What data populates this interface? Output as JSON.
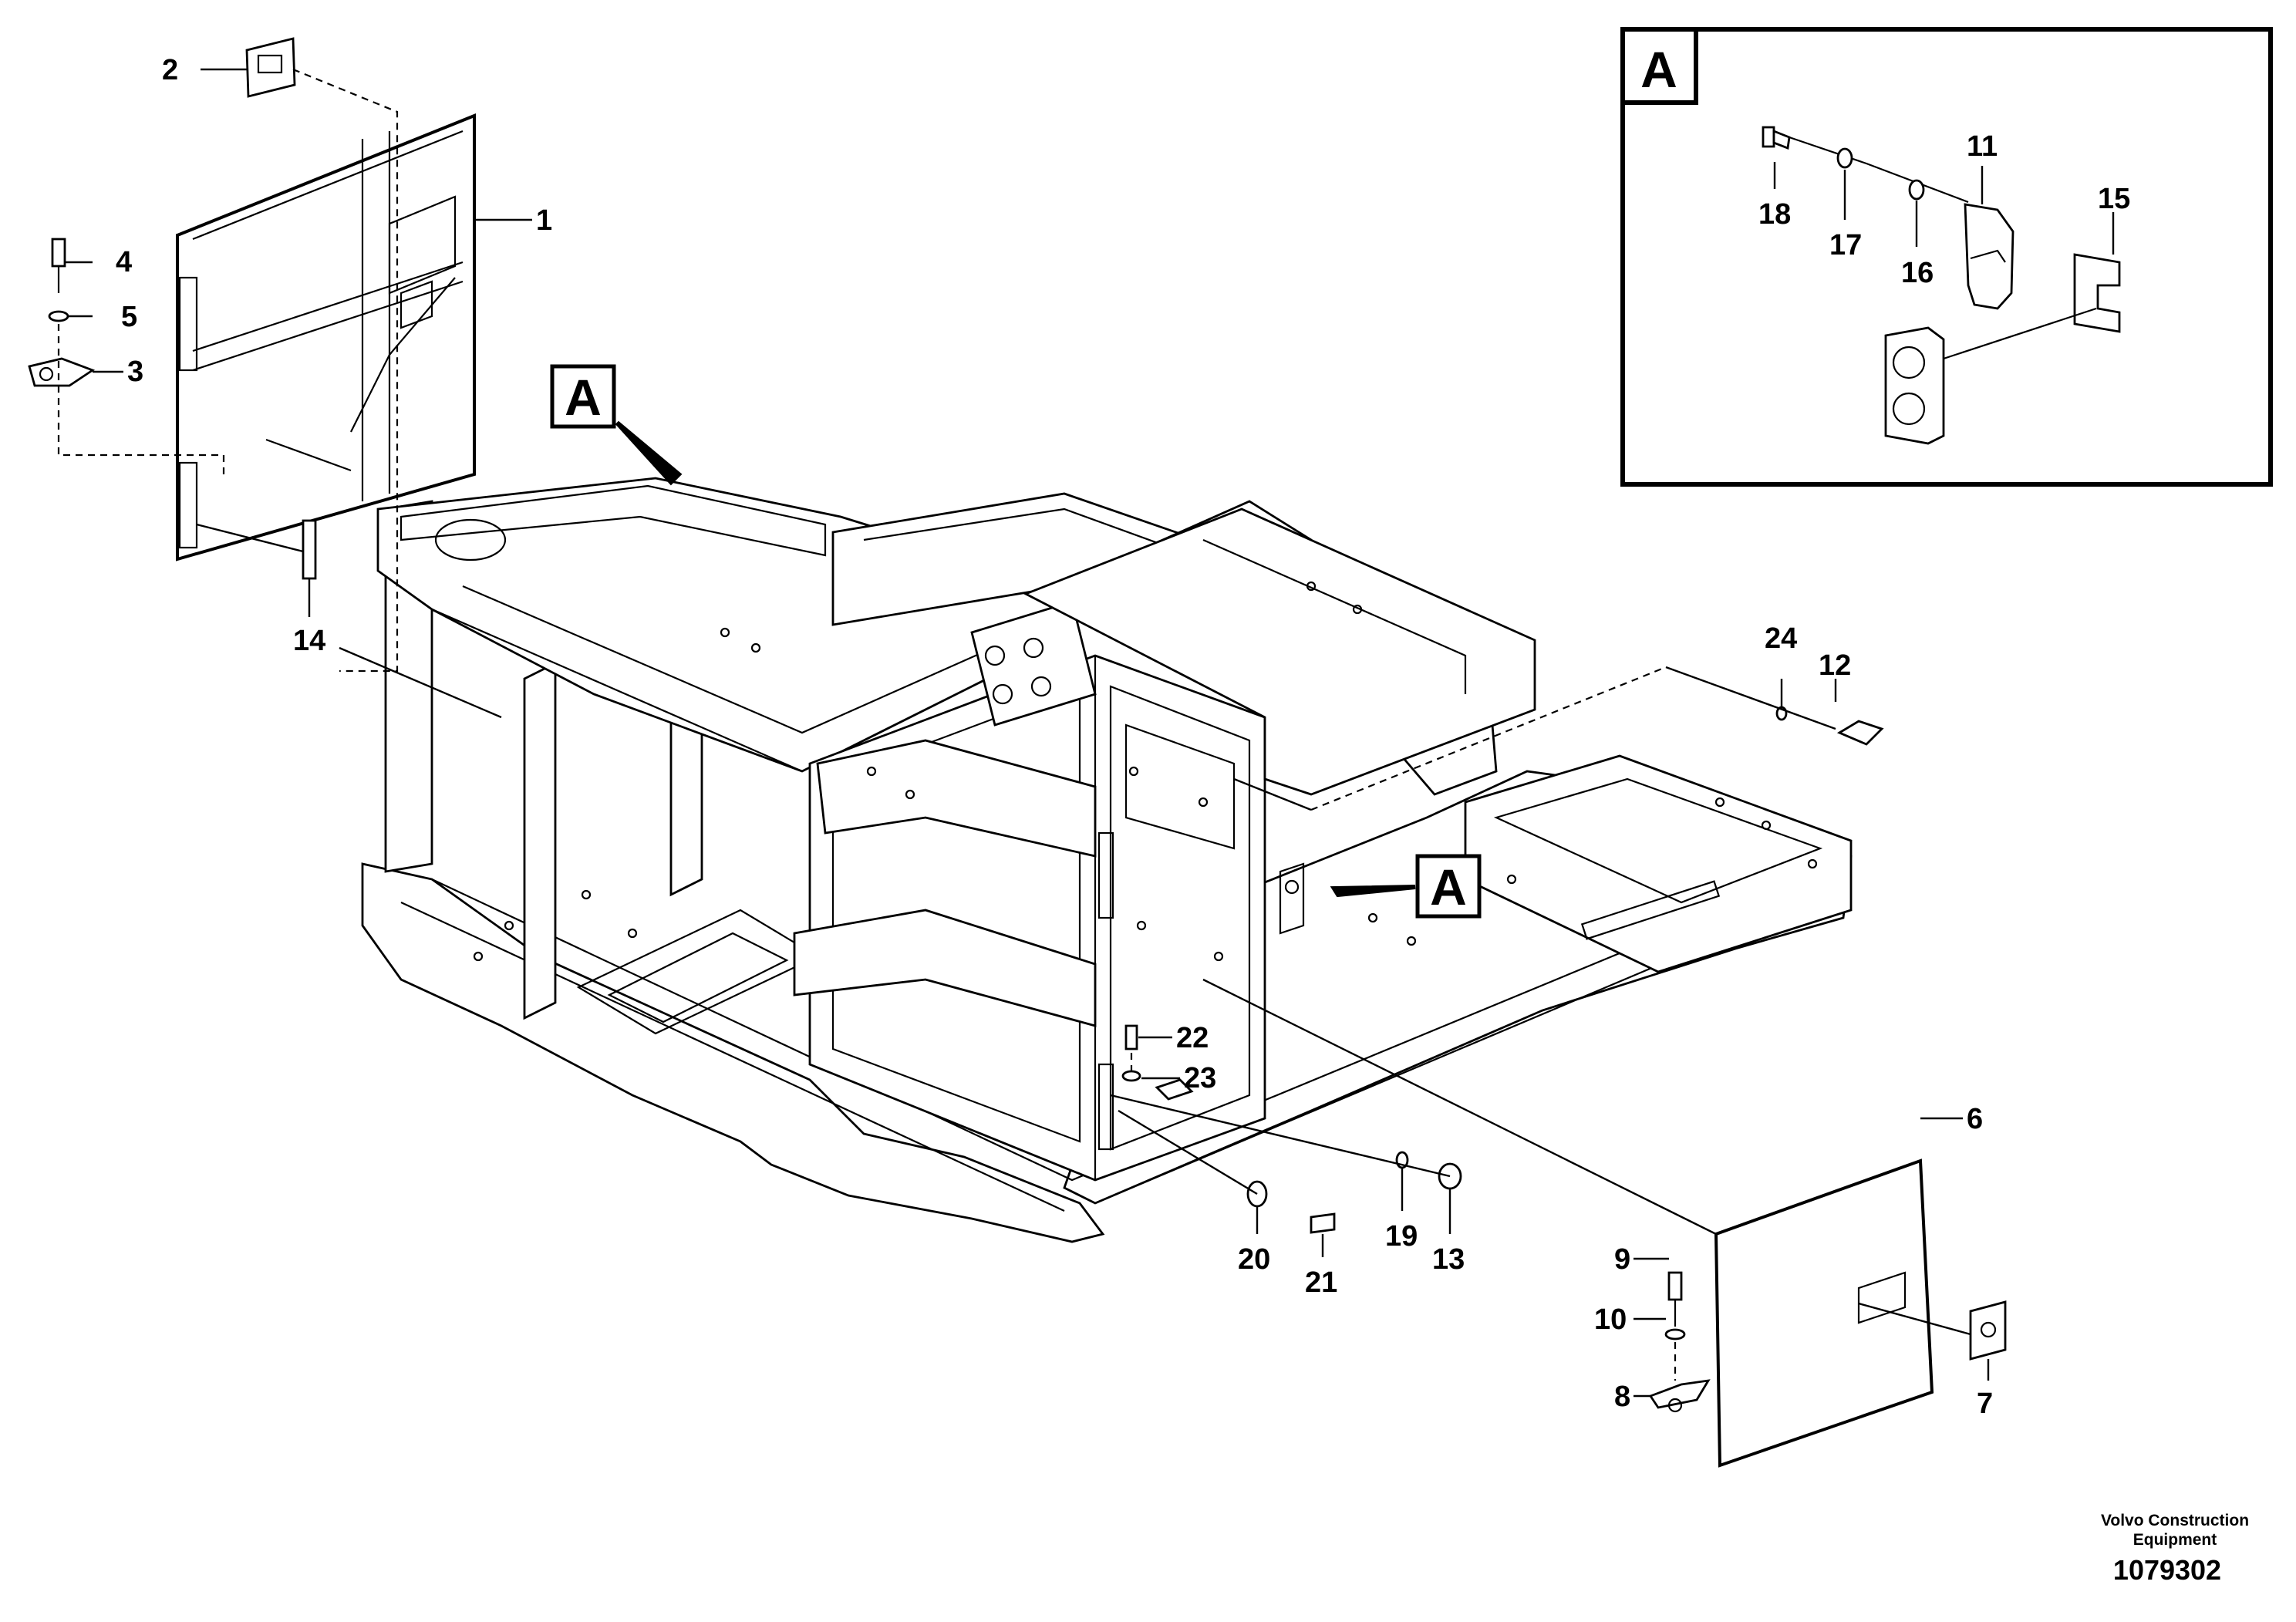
{
  "callouts": [
    {
      "id": "1",
      "text": "1"
    },
    {
      "id": "2",
      "text": "2"
    },
    {
      "id": "3",
      "text": "3"
    },
    {
      "id": "4",
      "text": "4"
    },
    {
      "id": "5",
      "text": "5"
    },
    {
      "id": "6",
      "text": "6"
    },
    {
      "id": "7",
      "text": "7"
    },
    {
      "id": "8",
      "text": "8"
    },
    {
      "id": "9",
      "text": "9"
    },
    {
      "id": "10",
      "text": "10"
    },
    {
      "id": "11",
      "text": "11"
    },
    {
      "id": "12",
      "text": "12"
    },
    {
      "id": "13",
      "text": "13"
    },
    {
      "id": "14",
      "text": "14"
    },
    {
      "id": "15",
      "text": "15"
    },
    {
      "id": "16",
      "text": "16"
    },
    {
      "id": "17",
      "text": "17"
    },
    {
      "id": "18",
      "text": "18"
    },
    {
      "id": "19",
      "text": "19"
    },
    {
      "id": "20",
      "text": "20"
    },
    {
      "id": "21",
      "text": "21"
    },
    {
      "id": "22",
      "text": "22"
    },
    {
      "id": "23",
      "text": "23"
    },
    {
      "id": "24",
      "text": "24"
    }
  ],
  "detail_view": {
    "letter": "A"
  },
  "section_markers": [
    {
      "letter": "A"
    },
    {
      "letter": "A"
    }
  ],
  "footer": {
    "line1": "Volvo Construction",
    "line2": "Equipment",
    "drawing_number": "1079302"
  }
}
